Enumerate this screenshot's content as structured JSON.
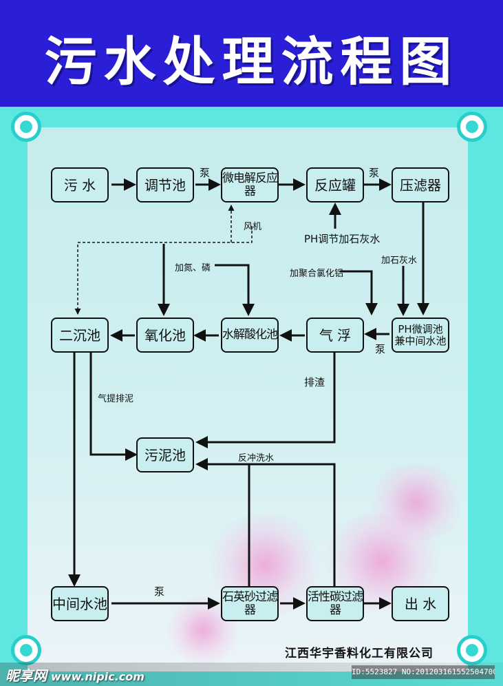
{
  "title": "污水处理流程图",
  "company": "江西华宇香料化工有限公司",
  "watermark": {
    "brand": "昵享网",
    "url": "www.nipic.com",
    "id": "ID:5523827 NO:20120316155250470000"
  },
  "nodes": {
    "wastewater": "污 水",
    "regulating_tank": "调节池",
    "micro_electrolysis": "微电解反应器",
    "reaction_tank": "反应罐",
    "filter_press": "压滤器",
    "secondary_settling": "二沉池",
    "oxidation_tank": "氧化池",
    "hydrolysis_acidification": "水解酸化池",
    "air_flotation": "气 浮",
    "ph_adjust_1": "PH微调池",
    "ph_adjust_2": "兼中间水池",
    "sludge_tank": "污泥池",
    "intermediate_tank": "中间水池",
    "quartz_filter": "石英砂过滤器",
    "carbon_filter": "活性碳过滤器",
    "effluent": "出 水"
  },
  "labels": {
    "pump1": "泵",
    "pump2": "泵",
    "pump3": "泵",
    "pump4": "泵",
    "blower": "风机",
    "ph_lime": "PH调节加石灰水",
    "add_lime": "加石灰水",
    "add_pac": "加聚合氯化铝",
    "add_np": "加氮、磷",
    "slag": "排渣",
    "airlift": "气提排泥",
    "backwash": "反冲洗水"
  },
  "colors": {
    "header": "#2a1fd6",
    "frame": "#5ee7e0",
    "panel": "#c6ecee",
    "line": "#111111"
  }
}
